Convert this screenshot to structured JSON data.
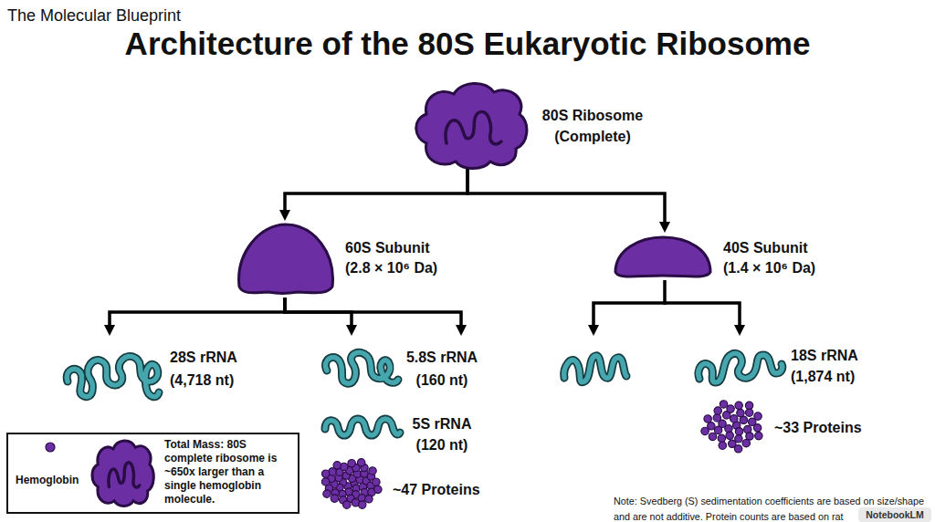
{
  "diagram": {
    "title": "Architecture of the 80S Eukaryotic Ribosome",
    "nodes": [
      {
        "text": [
          "80S Ribosome (Complete)"
        ]
      },
      {
        "text": [
          "60S Subunit (2.8 × 10⁶ Da)"
        ]
      },
      {
        "text": [
          "40S Subunit (1.4 × 10⁶ Da)"
        ]
      },
      {
        "text": [
          "28S rRNA (4,718 nt)"
        ]
      },
      {
        "text": [
          "5.8S rRNA (160 nt)"
        ]
      },
      {
        "text": [
          "18S rRNA (1,874 nt)"
        ]
      },
      {
        "text": [
          "5S rRNA (120 nt)"
        ]
      },
      {
        "text": [
          "~33 Proteins"
        ]
      },
      {
        "text": [
          "~47 Proteins"
        ]
      },
      {
        "text": [
          "Hemoglobin",
          "Total Mass: 80S complete ribosome is ~650x larger than a single hemoglobin molecule."
        ]
      }
    ],
    "edges": [
      {
        "from": 0,
        "to": 1,
        "arrow": "to"
      },
      {
        "from": 0,
        "to": 2,
        "arrow": "to"
      },
      {
        "from": 1,
        "to": 3,
        "arrow": "to"
      },
      {
        "from": 1,
        "to": 4,
        "arrow": "to"
      },
      {
        "from": 1,
        "to": 4,
        "arrow": "to"
      },
      {
        "from": 2,
        "to": 5,
        "arrow": "to"
      }
    ],
    "labels": [
      "The Molecular Blueprint",
      "Note: Svedberg (S) sedimentation coefficients are based on size/shape and are not additive. Protein counts are based on rat",
      "NotebookLM"
    ]
  }
}
